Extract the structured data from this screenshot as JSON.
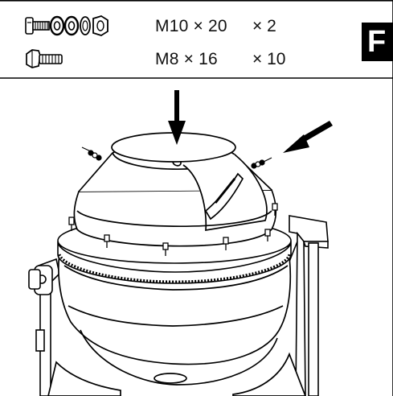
{
  "hardware": {
    "bolt_set": {
      "size": "M10 × 20",
      "quantity": "× 2",
      "icon": "bolt-with-washers-and-nut-icon"
    },
    "bolt_single": {
      "size": "M8 × 16",
      "quantity": "× 10",
      "icon": "bolt-icon"
    }
  },
  "step": {
    "letter": "F",
    "color": "#000000"
  },
  "diagram": {
    "subject": "drum-cone-assembly",
    "arrows": 2,
    "line_color": "#000000",
    "fill_color": "#ffffff"
  }
}
